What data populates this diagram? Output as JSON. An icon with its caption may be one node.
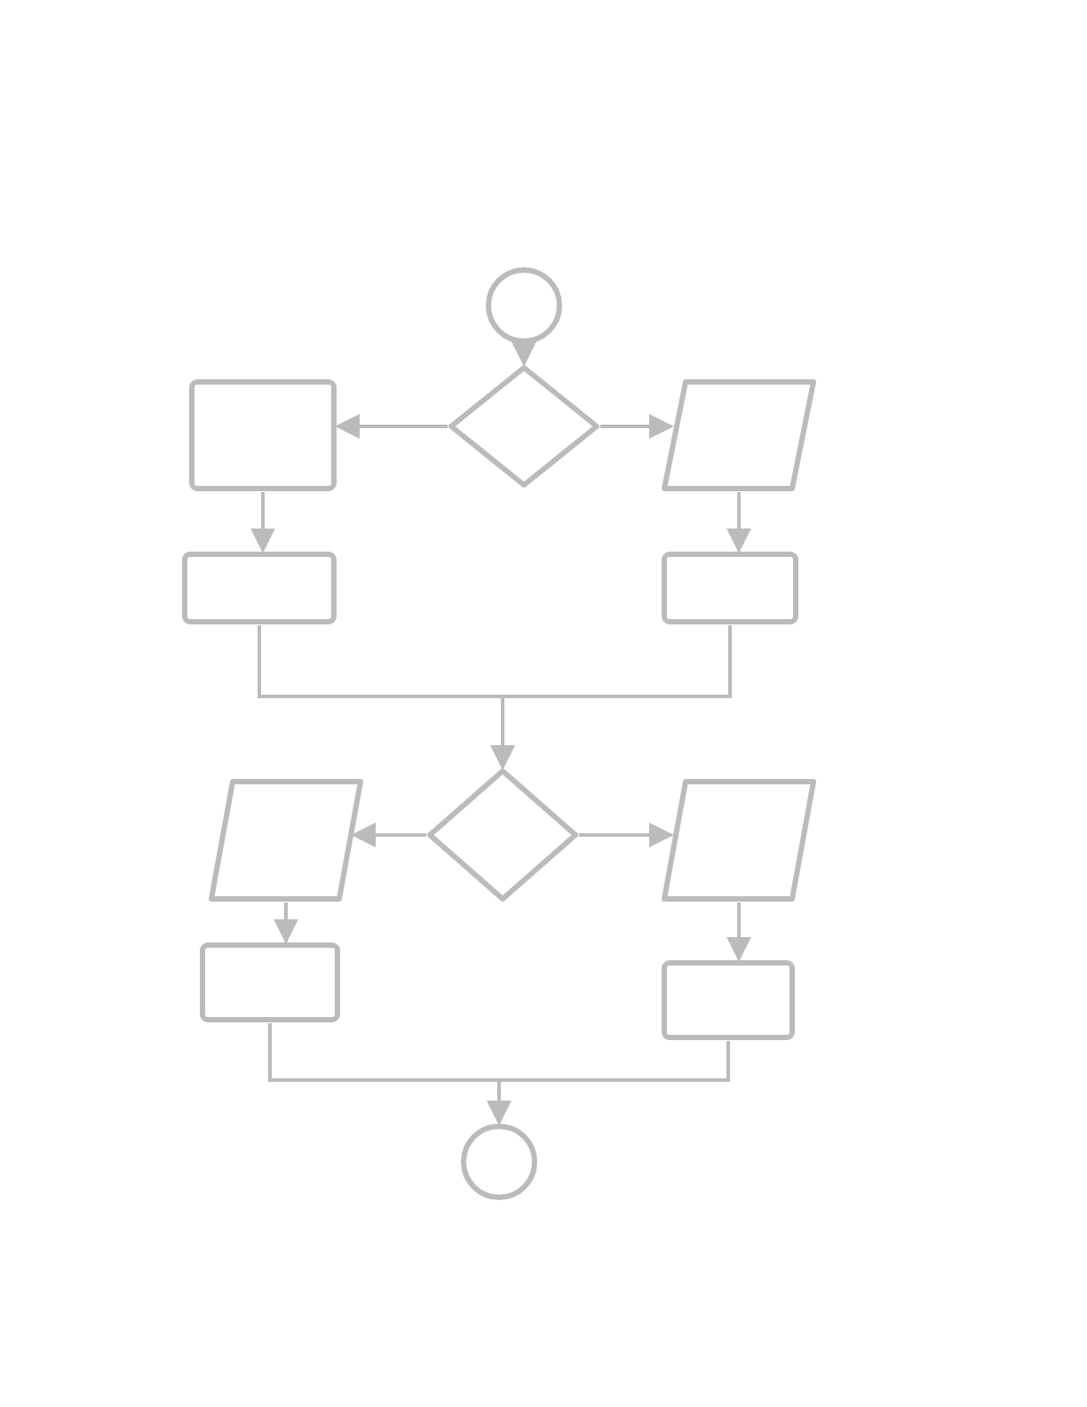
{
  "diagram": {
    "nodes": [
      {
        "text": [],
        "shape": "circle"
      },
      {
        "text": [],
        "shape": "box"
      },
      {
        "text": [],
        "shape": "diamond"
      },
      {
        "text": [],
        "shape": "parallelogram"
      },
      {
        "text": [],
        "shape": "box"
      },
      {
        "text": [],
        "shape": "box"
      },
      {
        "text": [],
        "shape": "parallelogram"
      },
      {
        "text": [],
        "shape": "diamond"
      },
      {
        "text": [],
        "shape": "parallelogram"
      },
      {
        "text": [],
        "shape": "box"
      },
      {
        "text": [],
        "shape": "box"
      },
      {
        "text": [],
        "shape": "circle"
      }
    ],
    "edges": [
      {
        "from": 0,
        "to": 2,
        "arrow": "to"
      },
      {
        "from": 2,
        "to": 1,
        "arrow": "to"
      },
      {
        "from": 2,
        "to": 3,
        "arrow": "to"
      },
      {
        "from": 1,
        "to": 4,
        "arrow": "to"
      },
      {
        "from": 3,
        "to": 5,
        "arrow": "to"
      },
      {
        "from": 4,
        "to": 7,
        "arrow": "to"
      },
      {
        "from": 5,
        "to": 7,
        "arrow": "to"
      },
      {
        "from": 7,
        "to": 6,
        "arrow": "to"
      },
      {
        "from": 7,
        "to": 8,
        "arrow": "to"
      },
      {
        "from": 6,
        "to": 9,
        "arrow": "to"
      },
      {
        "from": 8,
        "to": 10,
        "arrow": "to"
      },
      {
        "from": 9,
        "to": 11,
        "arrow": "to"
      },
      {
        "from": 10,
        "to": 11,
        "arrow": "to"
      }
    ]
  }
}
